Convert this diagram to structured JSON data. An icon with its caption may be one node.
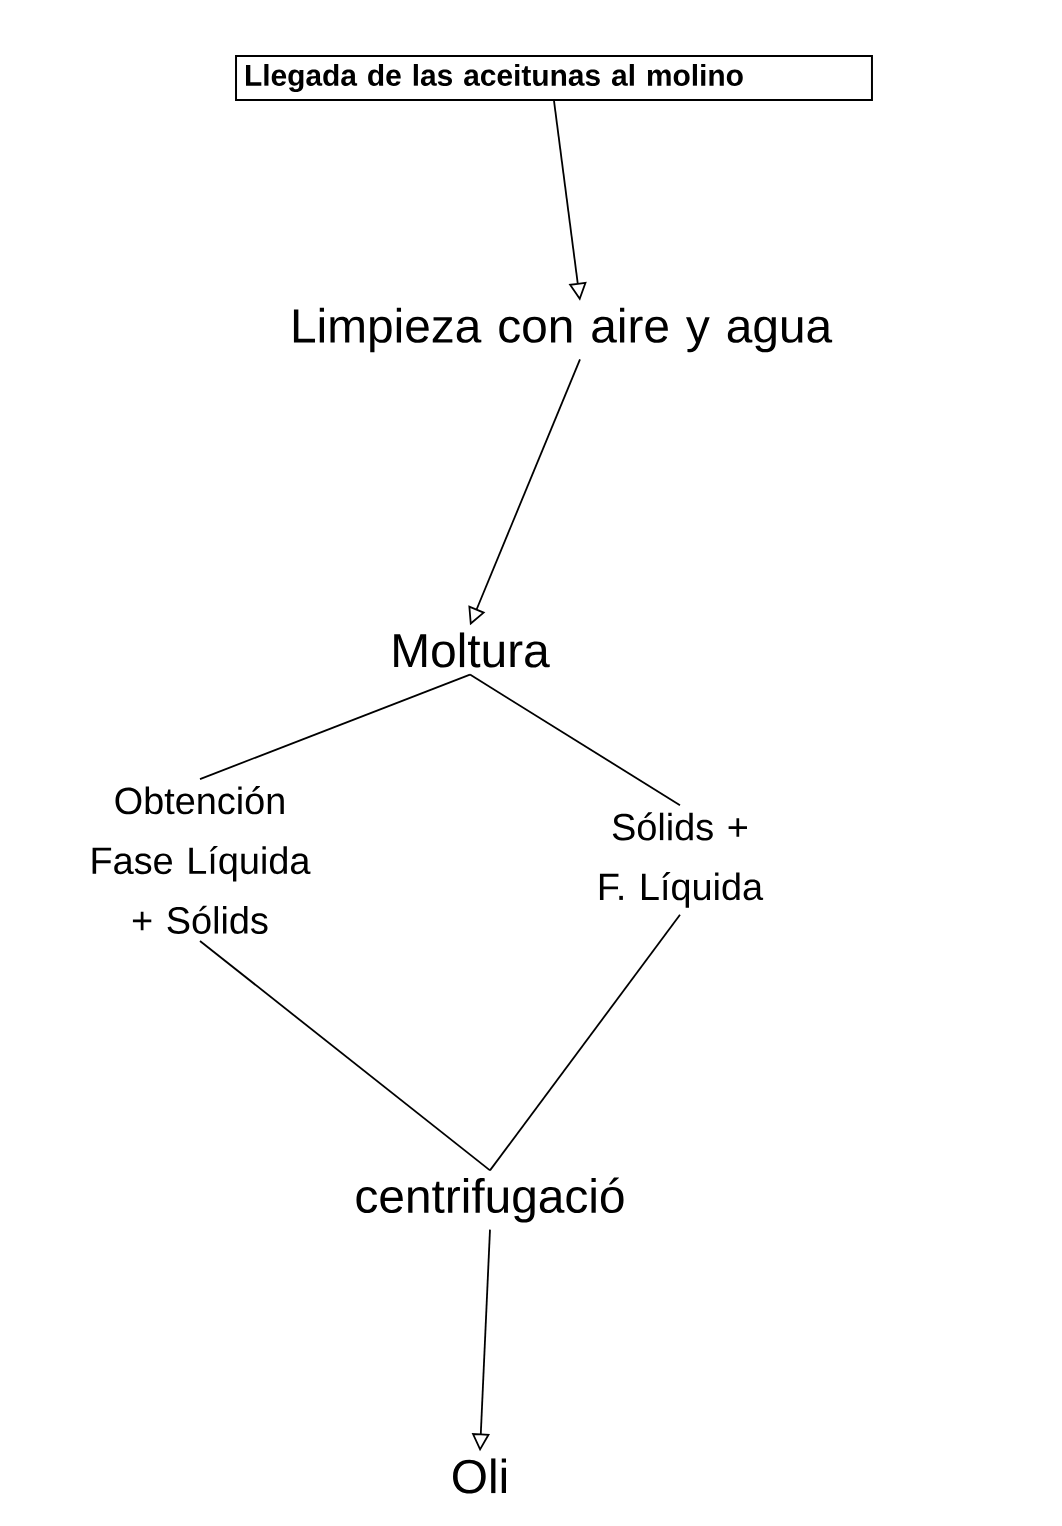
{
  "diagram": {
    "nodes": [
      {
        "text": [
          "Llegada de las aceitunas al molino"
        ]
      },
      {
        "text": [
          "Limpieza con aire y agua"
        ]
      },
      {
        "text": [
          "Moltura"
        ]
      },
      {
        "text": [
          "Obtención Fase Líquida + Sólids"
        ]
      },
      {
        "text": [
          "Sólids + F. Líquida"
        ]
      },
      {
        "text": [
          "centrifugació"
        ]
      },
      {
        "text": [
          "Oli"
        ]
      }
    ],
    "edges": [
      {
        "from": 0,
        "to": 1,
        "arrow": "to"
      },
      {
        "from": 1,
        "to": 2,
        "arrow": "to"
      },
      {
        "from": 2,
        "to": 3,
        "arrow": "none"
      },
      {
        "from": 2,
        "to": 4,
        "arrow": "none"
      },
      {
        "from": 3,
        "to": 5,
        "arrow": "none"
      },
      {
        "from": 4,
        "to": 5,
        "arrow": "none"
      },
      {
        "from": 5,
        "to": 6,
        "arrow": "to"
      }
    ]
  }
}
